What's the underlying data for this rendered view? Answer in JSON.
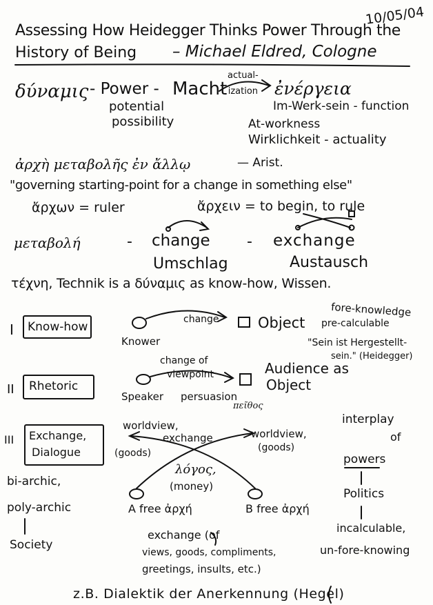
{
  "date": "10/05/04",
  "title_line1": "Assessing How Heidegger Thinks Power Through the",
  "title_line2": "History of Being",
  "author": "– Michael Eldred, Cologne",
  "dynamis": "δύναμις",
  "power": "- Power -",
  "macht": "Macht",
  "actualization": "actual-\nization",
  "potential": "potential",
  "possibility": "possibility",
  "energeia": "ἐνέργεια",
  "im_werk": "Im-Werk-sein - function",
  "at_workness": "At-workness",
  "wirklichkeit": "Wirklichkeit - actuality",
  "arche_phrase": "ἀρχὴ μεταβολῆς ἐν ἄλλῳ",
  "arist": "— Arist.",
  "governing": "\"governing starting-point for a change in something else\"",
  "archon": "ἄρχων = ruler",
  "archein": "ἄρχειν = to begin, to rule",
  "metabole": "μεταβολή",
  "change": "change",
  "exchange": "exchange",
  "dash1": "-",
  "dash2": "-",
  "umschlag": "Umschlag",
  "austausch": "Austausch",
  "techne_line": "τέχνη, Technik is a δύναμις as know-how, Wissen.",
  "sec1": {
    "num": "I",
    "label": "Know-how",
    "arrow": "change",
    "object": "Object",
    "knower": "Knower",
    "fore1": "fore-knowledge",
    "fore2": "pre-calculable",
    "fore3": "\"Sein ist Hergestellt-",
    "fore4": "sein.\" (Heidegger)"
  },
  "sec2": {
    "num": "II",
    "label": "Rhetoric",
    "change_of": "change of",
    "viewpoint": "viewpoint",
    "speaker": "Speaker",
    "persuasion": "persuasion",
    "peithos": "πεῖθος",
    "audience": "Audience as",
    "object": "Object"
  },
  "sec3": {
    "num": "III",
    "label1": "Exchange,",
    "label2": "Dialogue",
    "worldview_l1": "worldview,",
    "worldview_l2": "exchange",
    "goods_l": "(goods)",
    "worldview_r": "worldview,",
    "goods_r": "(goods)",
    "logos": "λόγος,",
    "money": "(money)",
    "a_free": "A free ἀρχή",
    "b_free": "B free ἀρχή",
    "exchange_of": "exchange (of",
    "views": "views, goods, compliments,",
    "greetings": "greetings, insults, etc.)",
    "biarchic": "bi-archic,",
    "polyarchic": "poly-archic",
    "society": "Society",
    "interplay": "interplay",
    "of": "of",
    "powers": "powers",
    "politics": "Politics",
    "incalculable": "incalculable,",
    "unfore": "un-fore-knowing"
  },
  "footer": "z.B. Dialektik der Anerkennung (Hegel)"
}
